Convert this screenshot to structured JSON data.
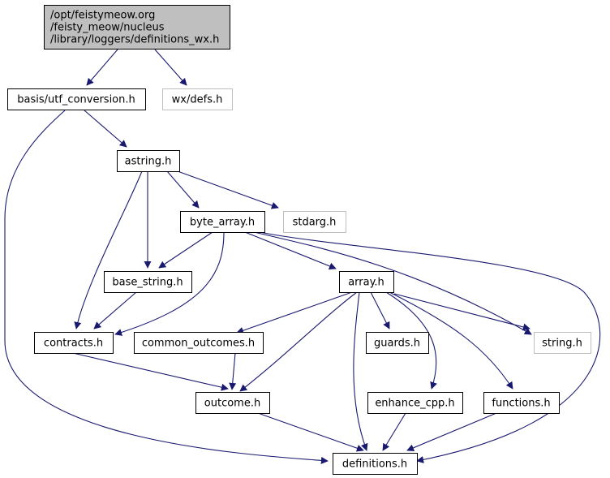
{
  "graph": {
    "nodes": [
      {
        "id": "definitions_wx",
        "lines": [
          "/opt/feistymeow.org",
          "/feisty_meow/nucleus",
          "/library/loggers/definitions_wx.h"
        ],
        "style": "root"
      },
      {
        "id": "utf_conversion",
        "lines": [
          "basis/utf_conversion.h"
        ],
        "style": "normal"
      },
      {
        "id": "wx_defs",
        "lines": [
          "wx/defs.h"
        ],
        "style": "external"
      },
      {
        "id": "astring",
        "lines": [
          "astring.h"
        ],
        "style": "normal"
      },
      {
        "id": "byte_array",
        "lines": [
          "byte_array.h"
        ],
        "style": "normal"
      },
      {
        "id": "stdarg",
        "lines": [
          "stdarg.h"
        ],
        "style": "external"
      },
      {
        "id": "base_string",
        "lines": [
          "base_string.h"
        ],
        "style": "normal"
      },
      {
        "id": "array",
        "lines": [
          "array.h"
        ],
        "style": "normal"
      },
      {
        "id": "contracts",
        "lines": [
          "contracts.h"
        ],
        "style": "normal"
      },
      {
        "id": "common_outcomes",
        "lines": [
          "common_outcomes.h"
        ],
        "style": "normal"
      },
      {
        "id": "guards",
        "lines": [
          "guards.h"
        ],
        "style": "normal"
      },
      {
        "id": "string_h",
        "lines": [
          "string.h"
        ],
        "style": "external"
      },
      {
        "id": "outcome",
        "lines": [
          "outcome.h"
        ],
        "style": "normal"
      },
      {
        "id": "enhance_cpp",
        "lines": [
          "enhance_cpp.h"
        ],
        "style": "normal"
      },
      {
        "id": "functions",
        "lines": [
          "functions.h"
        ],
        "style": "normal"
      },
      {
        "id": "definitions",
        "lines": [
          "definitions.h"
        ],
        "style": "normal"
      }
    ]
  },
  "colors": {
    "edge": "#191970",
    "root_fill": "#bfbfbf",
    "node_border": "#000000",
    "external_border": "#bfbfbf"
  }
}
